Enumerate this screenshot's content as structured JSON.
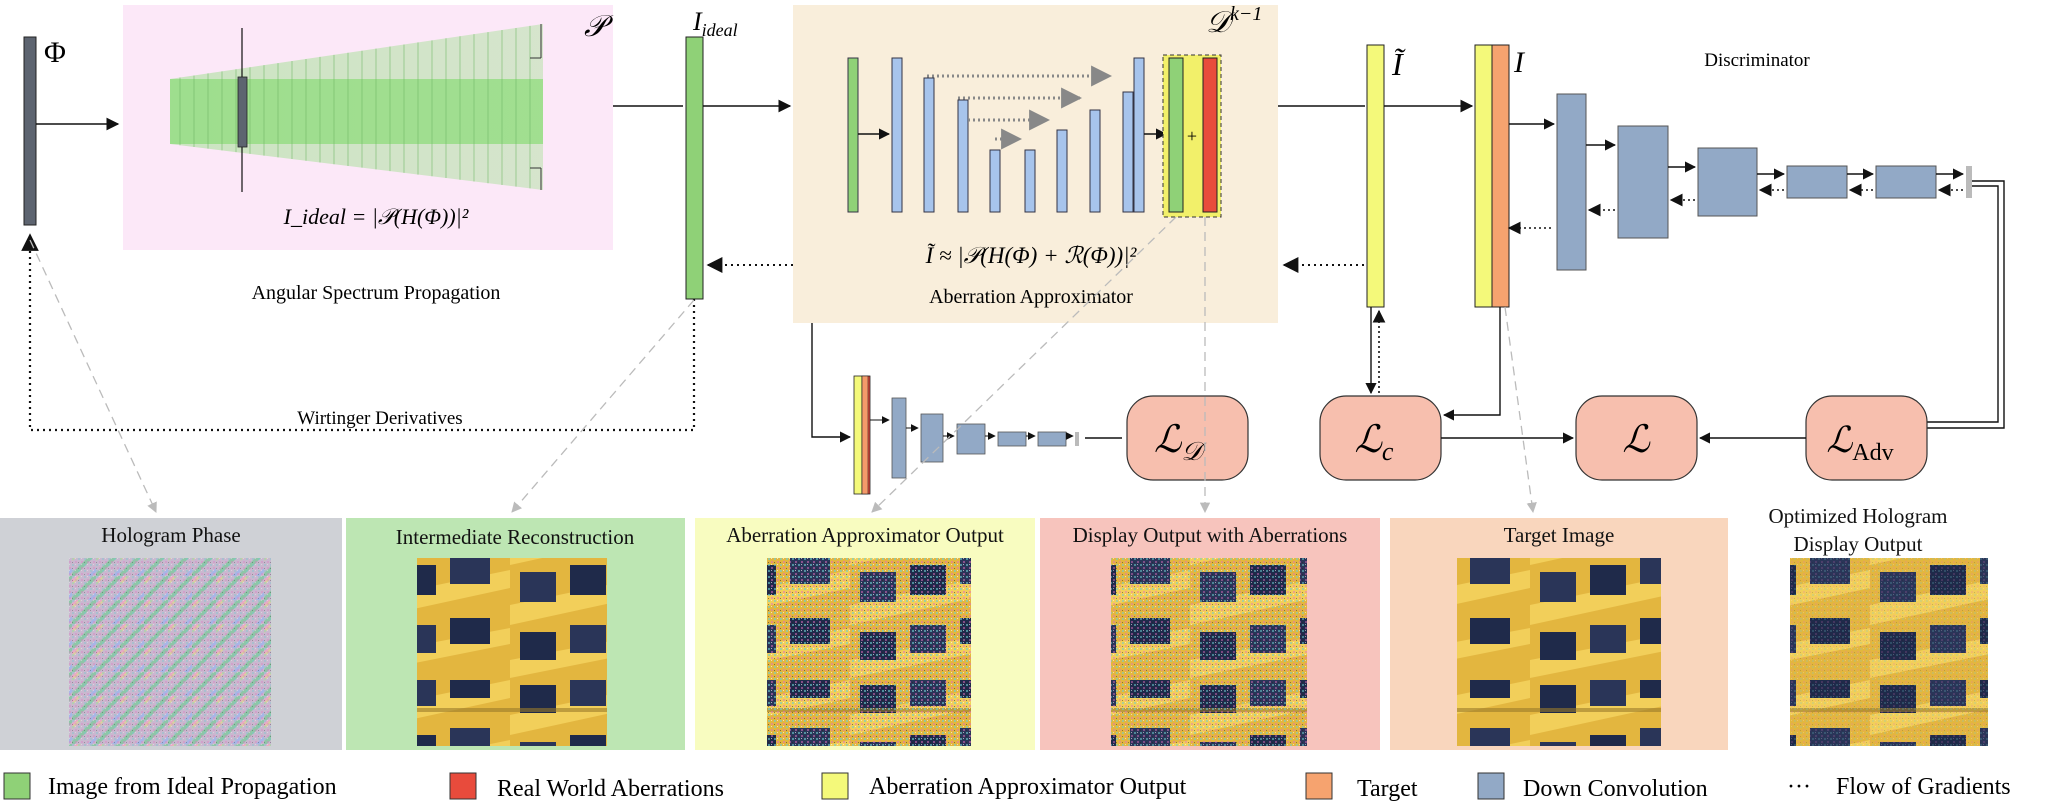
{
  "symbols": {
    "phi": "Φ",
    "propagation_op": "𝒫",
    "i_ideal_main": "I",
    "i_ideal_sub": "ideal",
    "d_main": "𝒟",
    "d_sup": "k−1",
    "i_tilde": "Ĩ",
    "i_target": "I"
  },
  "blocks": {
    "asp_formula": "I_ideal = |𝒫(H(Φ))|²",
    "asp_label": "Angular Spectrum Propagation",
    "aa_formula": "Ĩ ≈ |𝒫(H(Φ) + ℛ(Φ))|²",
    "aa_label": "Aberration Approximator",
    "plus_sign": "+",
    "discriminator_label": "Discriminator",
    "wirtinger_label": "Wirtinger Derivatives"
  },
  "losses": {
    "l_d_main": "ℒ",
    "l_d_sub": "𝒟",
    "l_c_main": "ℒ",
    "l_c_sub": "c",
    "l_main": "ℒ",
    "l_adv_main": "ℒ",
    "l_adv_sub": "Adv"
  },
  "panels": [
    {
      "title": "Hologram Phase",
      "bg": "#cfd1d6"
    },
    {
      "title": "Intermediate Reconstruction",
      "bg": "#bde6b3"
    },
    {
      "title": "Aberration Approximator Output",
      "bg": "#f8fcc0"
    },
    {
      "title": "Display Output with Aberrations",
      "bg": "#f7c4bd"
    },
    {
      "title": "Target Image",
      "bg": "#f9d6bd"
    }
  ],
  "final_output": {
    "line1": "Optimized Hologram",
    "line2": "Display Output"
  },
  "legend": [
    {
      "label": "Image from Ideal Propagation",
      "color": "#8fd177"
    },
    {
      "label": "Real World Aberrations",
      "color": "#e84b3c"
    },
    {
      "label": "Aberration Approximator Output",
      "color": "#f4f97a"
    },
    {
      "label": "Target",
      "color": "#f6a36f"
    },
    {
      "label": "Down Convolution",
      "color": "#92a9c6"
    }
  ],
  "legend_gradient": {
    "symbol": "···",
    "label": "Flow of Gradients"
  },
  "colors": {
    "green": "#8fd177",
    "red": "#e84b3c",
    "yellow": "#f4f97a",
    "orange": "#f6a36f",
    "blue": "#92a9c6",
    "ubar": "#a7c4ec",
    "asp_bg": "#fce8f8",
    "aa_bg": "#f9eedb",
    "loss_bg": "#f7bfae"
  }
}
